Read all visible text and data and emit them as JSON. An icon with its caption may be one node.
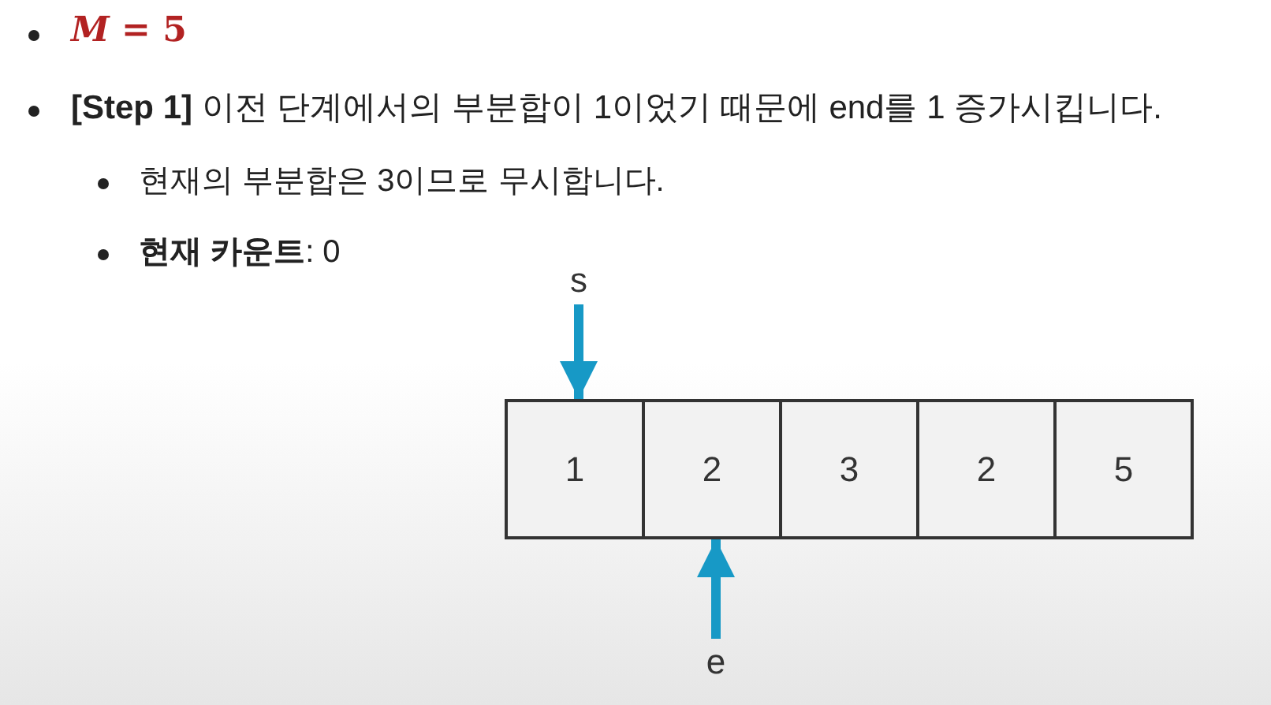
{
  "diagram": {
    "nodes": [
      {
        "text": [
          "s"
        ]
      },
      {
        "text": [
          "1"
        ]
      },
      {
        "text": [
          "2"
        ]
      },
      {
        "text": [
          "3"
        ]
      },
      {
        "text": [
          "2"
        ]
      },
      {
        "text": [
          "5"
        ]
      },
      {
        "text": [
          "e"
        ]
      }
    ],
    "edges": [
      {
        "from": 0,
        "to": 1,
        "arrow": "to"
      },
      {
        "from": 6,
        "to": 2,
        "arrow": "to"
      }
    ],
    "labels": [
      "*M* = 5",
      "**[Step 1]** 이전 단계에서의 부분합이 1이었기 때문에 end를 1 증가시킵니다.",
      "현재의 부분합은 3이므로 무시합니다.",
      "**현재 카운트**: 0"
    ]
  }
}
